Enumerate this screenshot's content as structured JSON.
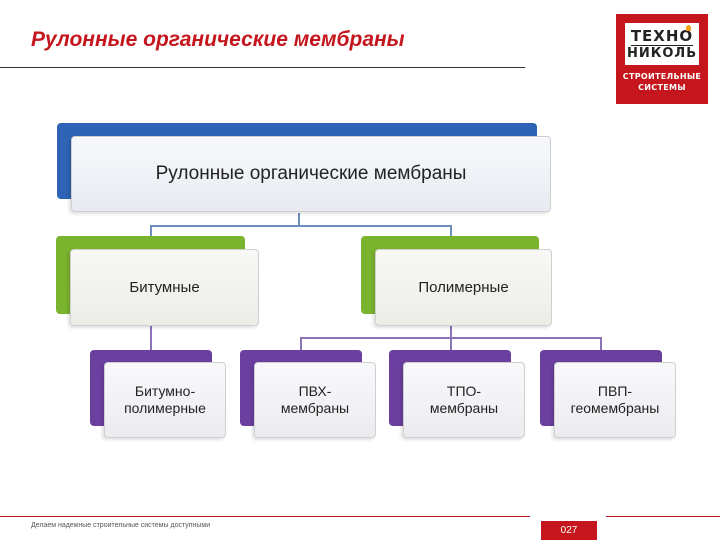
{
  "header": {
    "title": "Рулонные органические мембраны"
  },
  "logo": {
    "line1": "ТЕХНО",
    "line2": "НИКОЛЬ",
    "sub1": "СТРОИТЕЛЬНЫЕ",
    "sub2": "СИСТЕМЫ"
  },
  "diagram": {
    "root": "Рулонные органические мембраны",
    "categories": [
      {
        "label": "Битумные",
        "children": [
          "Битумно-\nполимерные"
        ]
      },
      {
        "label": "Полимерные",
        "children": [
          "ПВХ-\nмембраны",
          "ТПО-\nмембраны",
          "ПВП-\nгеомембраны"
        ]
      }
    ]
  },
  "colors": {
    "brand_red": "#c4161c",
    "root_accent": "#2e63b5",
    "category_accent": "#7ab32e",
    "leaf_accent": "#6a3fa0"
  },
  "footer": {
    "text": "Делаем надежные строительные системы доступными",
    "page": "027"
  }
}
